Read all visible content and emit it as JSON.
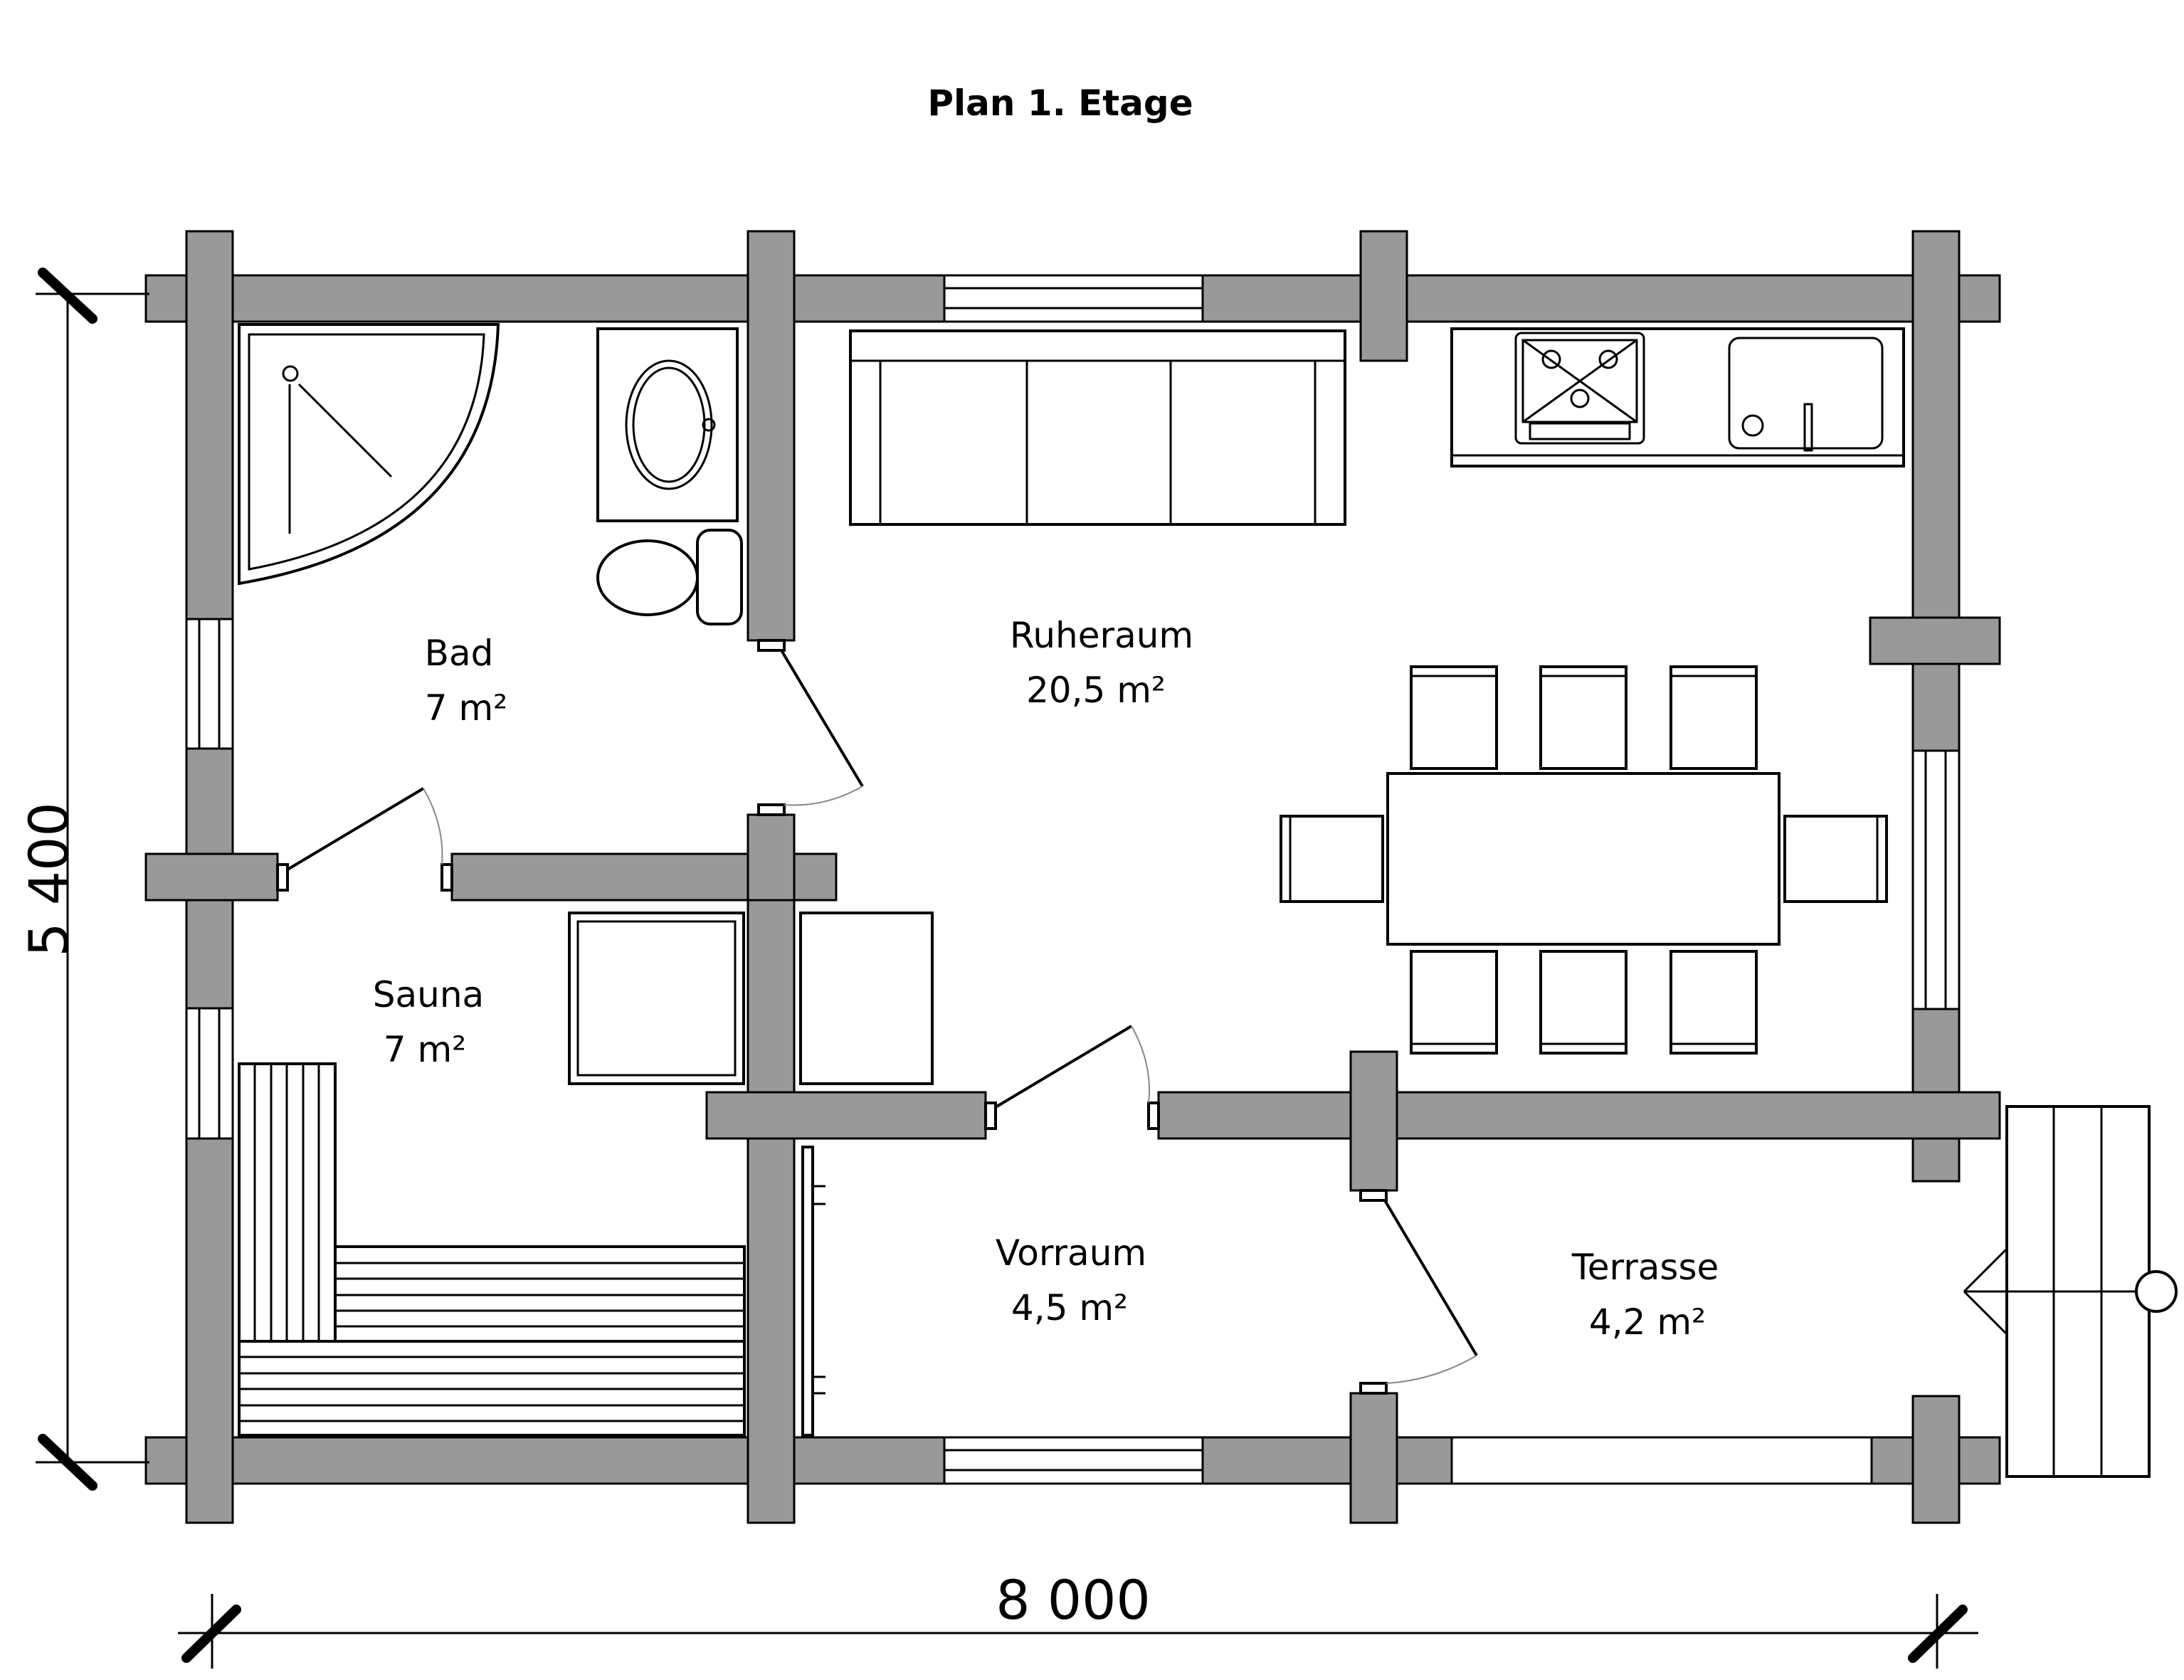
{
  "title": "Plan 1. Etage",
  "rooms": [
    {
      "name": "Bad",
      "area": "7 m²"
    },
    {
      "name": "Ruheraum",
      "area": "20,5 m²"
    },
    {
      "name": "Sauna",
      "area": "7 m²"
    },
    {
      "name": "Vorraum",
      "area": "4,5 m²"
    },
    {
      "name": "Terrasse",
      "area": "4,2 m²"
    }
  ],
  "dimensions": {
    "width": "8 000",
    "height": "5 400"
  },
  "colors": {
    "wall": "#999999",
    "line": "#000000",
    "background": "#ffffff"
  }
}
